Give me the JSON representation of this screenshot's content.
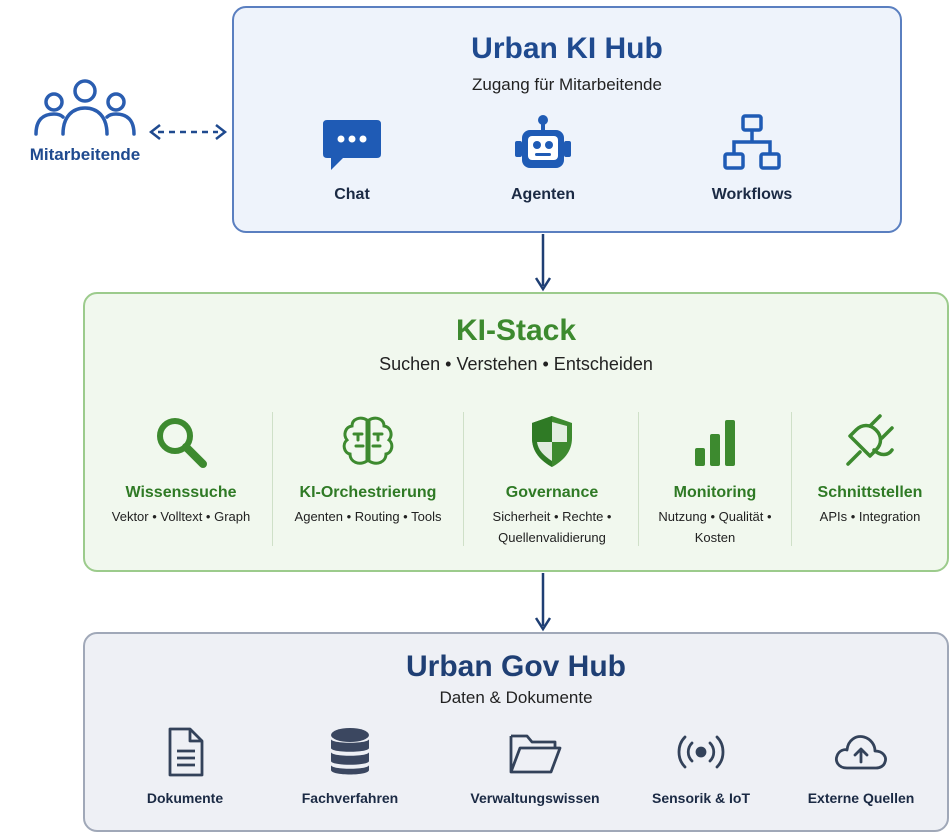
{
  "users": {
    "label": "Mitarbeitende"
  },
  "hub": {
    "title": "Urban KI Hub",
    "subtitle": "Zugang für Mitarbeitende",
    "items": [
      {
        "label": "Chat",
        "icon": "chat-bubble-icon"
      },
      {
        "label": "Agenten",
        "icon": "robot-icon"
      },
      {
        "label": "Workflows",
        "icon": "workflow-icon"
      }
    ]
  },
  "stack": {
    "title": "KI-Stack",
    "subtitle": "Suchen • Verstehen • Entscheiden",
    "items": [
      {
        "label": "Wissenssuche",
        "desc1": "Vektor • Volltext • Graph",
        "desc2": "",
        "icon": "search-icon"
      },
      {
        "label": "KI-Orchestrierung",
        "desc1": "Agenten • Routing • Tools",
        "desc2": "",
        "icon": "brain-icon"
      },
      {
        "label": "Governance",
        "desc1": "Sicherheit • Rechte •",
        "desc2": "Quellenvalidierung",
        "icon": "shield-icon"
      },
      {
        "label": "Monitoring",
        "desc1": "Nutzung • Qualität •",
        "desc2": "Kosten",
        "icon": "bar-chart-icon"
      },
      {
        "label": "Schnittstellen",
        "desc1": "APIs • Integration",
        "desc2": "",
        "icon": "plug-icon"
      }
    ]
  },
  "gov": {
    "title": "Urban Gov Hub",
    "subtitle": "Daten & Dokumente",
    "items": [
      {
        "label": "Dokumente",
        "icon": "document-icon"
      },
      {
        "label": "Fachverfahren",
        "icon": "database-icon"
      },
      {
        "label": "Verwaltungswissen",
        "icon": "folder-icon"
      },
      {
        "label": "Sensorik & IoT",
        "icon": "signal-icon"
      },
      {
        "label": "Externe Quellen",
        "icon": "cloud-upload-icon"
      }
    ]
  },
  "colors": {
    "hub_accent": "#1f4a8f",
    "stack_accent": "#3d8a2f",
    "gov_accent": "#1f3f74",
    "hub_bg": "#eef3fb",
    "stack_bg": "#f1f8ee",
    "gov_bg": "#eef0f5"
  }
}
